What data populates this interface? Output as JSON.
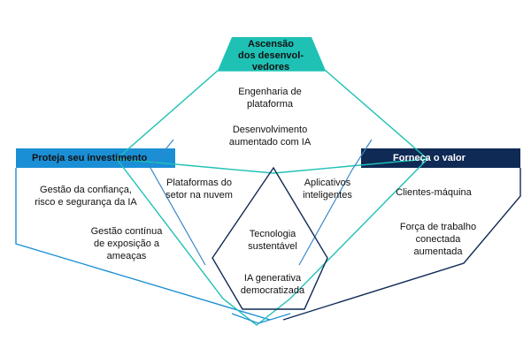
{
  "diagram": {
    "top": {
      "title": "Ascensão\ndos desenvol-\nvedores",
      "items": [
        "Engenharia de\nplataforma",
        "Desenvolvimento\naumentado com IA"
      ]
    },
    "left": {
      "title": "Proteja seu investimento",
      "items": [
        "Gestão da confiança,\nrisco e segurança da IA",
        "Gestão contínua\nde exposição a\nameaças"
      ]
    },
    "right": {
      "title": "Forneça o valor",
      "items": [
        "Clientes-máquina",
        "Força de trabalho\nconectada\naumentada"
      ]
    },
    "center_left": "Plataformas do\nsetor na nuvem",
    "center_right": "Aplicativos\ninteligentes",
    "center_bottom": [
      "Tecnologia\nsustentável",
      "IA generativa\ndemocratizada"
    ],
    "colors": {
      "teal": "#1fc1b5",
      "blue": "#1b8fd6",
      "navy": "#0f2a55",
      "line_blue": "#3b87c8"
    }
  }
}
